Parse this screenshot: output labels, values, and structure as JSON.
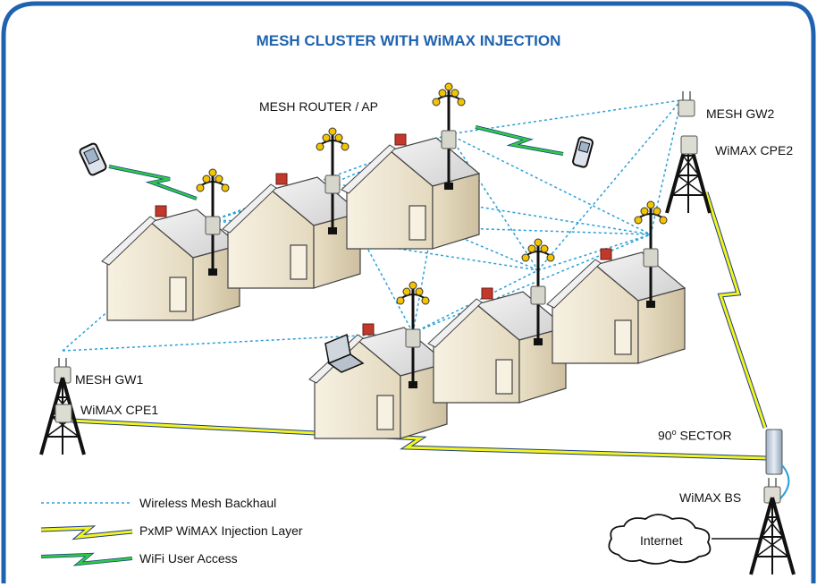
{
  "title": "MESH CLUSTER WITH WiMAX INJECTION",
  "labels": {
    "mesh_router": "MESH ROUTER / AP",
    "mesh_gw2": "MESH GW2",
    "wimax_cpe2": "WiMAX CPE2",
    "mesh_gw1": "MESH GW1",
    "wimax_cpe1": "WiMAX CPE1",
    "sector": "90",
    "sector_deg": "o",
    "sector_tail": " SECTOR",
    "wimax_bs": "WiMAX BS",
    "internet": "Internet"
  },
  "legend": {
    "backhaul": "Wireless Mesh Backhaul",
    "injection": "PxMP WiMAX Injection Layer",
    "wifi": "WiFi User Access"
  },
  "colors": {
    "frame": "#1f63b0",
    "title": "#1f63b0",
    "mesh_link": "#2aa0d8",
    "bolt_yellow": "#f4f41a",
    "bolt_green": "#2ecc40",
    "bolt_outline": "#1a3c8a"
  }
}
